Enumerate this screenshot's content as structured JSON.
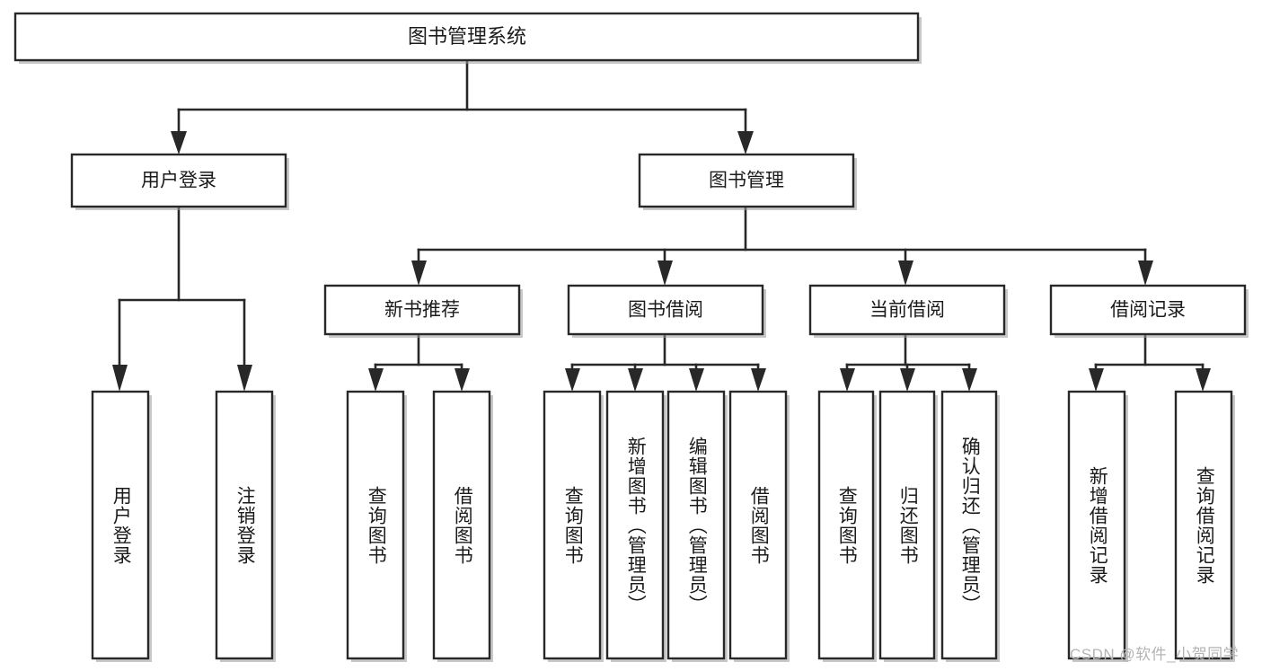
{
  "diagram": {
    "title": "图书管理系统",
    "type": "hierarchy-tree",
    "watermark": "CSDN @软件_小贺同学",
    "colors": {
      "border": "#282828",
      "fill": "#ffffff",
      "text": "#1b1b1b",
      "watermark": "#b4b4b4",
      "background": "#ffffff"
    },
    "levels": {
      "root": {
        "label": "图书管理系统"
      },
      "level2": [
        {
          "label": "用户登录"
        },
        {
          "label": "图书管理"
        }
      ],
      "level3": [
        {
          "label": "新书推荐"
        },
        {
          "label": "图书借阅"
        },
        {
          "label": "当前借阅"
        },
        {
          "label": "借阅记录"
        }
      ]
    },
    "leaves": {
      "user_login": [
        {
          "label": "用户登录"
        },
        {
          "label": "注销登录"
        }
      ],
      "new_book_recommend": [
        {
          "label": "查询图书"
        },
        {
          "label": "借阅图书"
        }
      ],
      "book_borrow": [
        {
          "label": "查询图书"
        },
        {
          "label": "新增图书（管理员）"
        },
        {
          "label": "编辑图书（管理员）"
        },
        {
          "label": "借阅图书"
        }
      ],
      "current_borrow": [
        {
          "label": "查询图书"
        },
        {
          "label": "归还图书"
        },
        {
          "label": "确认归还（管理员）"
        }
      ],
      "borrow_record": [
        {
          "label": "新增借阅记录"
        },
        {
          "label": "查询借阅记录"
        }
      ]
    }
  }
}
